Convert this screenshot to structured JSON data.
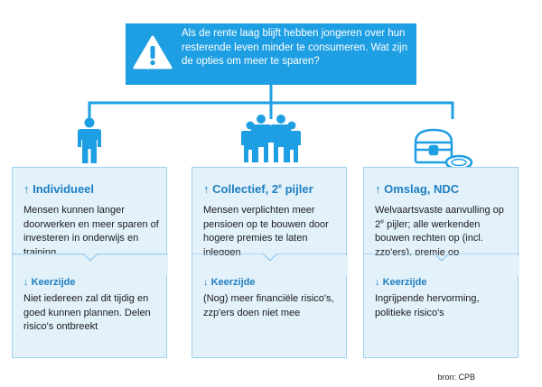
{
  "question": {
    "text": "Als de rente laag blijft hebben jongeren over hun resterende leven minder te consumeren. Wat zijn de opties om meer te sparen?"
  },
  "colors": {
    "accent": "#1f9fe3",
    "title": "#1f7fc0",
    "panel_fill": "#e3f1fb",
    "panel_border": "#9fd0ef"
  },
  "panels": [
    {
      "icon": "person-icon",
      "arrow": "↑",
      "title": "Individueel",
      "body": "Mensen kunnen langer doorwerken en meer sparen of investeren in onderwijs en training",
      "con_arrow": "↓",
      "con_label": "Keerzijde",
      "con_text": "Niet iedereen zal dit tijdig en goed kunnen plannen. Delen risico's ontbreekt"
    },
    {
      "icon": "group-icon",
      "arrow": "↑",
      "title_main": "Collectief, 2",
      "title_sup": "e",
      "title_end": " pijler",
      "body": "Mensen verplichten meer pensioen op te bouwen door hogere premies te laten inleggen",
      "con_arrow": "↓",
      "con_label": "Keerzijde",
      "con_text": "(Nog) meer financiële risico's, zzp'ers doen niet mee"
    },
    {
      "icon": "treasure-chest-coins-icon",
      "arrow": "↑",
      "title": "Omslag, NDC",
      "body_main": "Welvaartsvaste aanvulling op 2",
      "body_sup": "e",
      "body_end": " pijler; alle werkenden bouwen rechten op (incl. zzp'ers), premie op omslagbasis",
      "con_arrow": "↓",
      "con_label": "Keerzijde",
      "con_text": "Ingrijpende hervorming, politieke risico's"
    }
  ],
  "source": "bron: CPB"
}
